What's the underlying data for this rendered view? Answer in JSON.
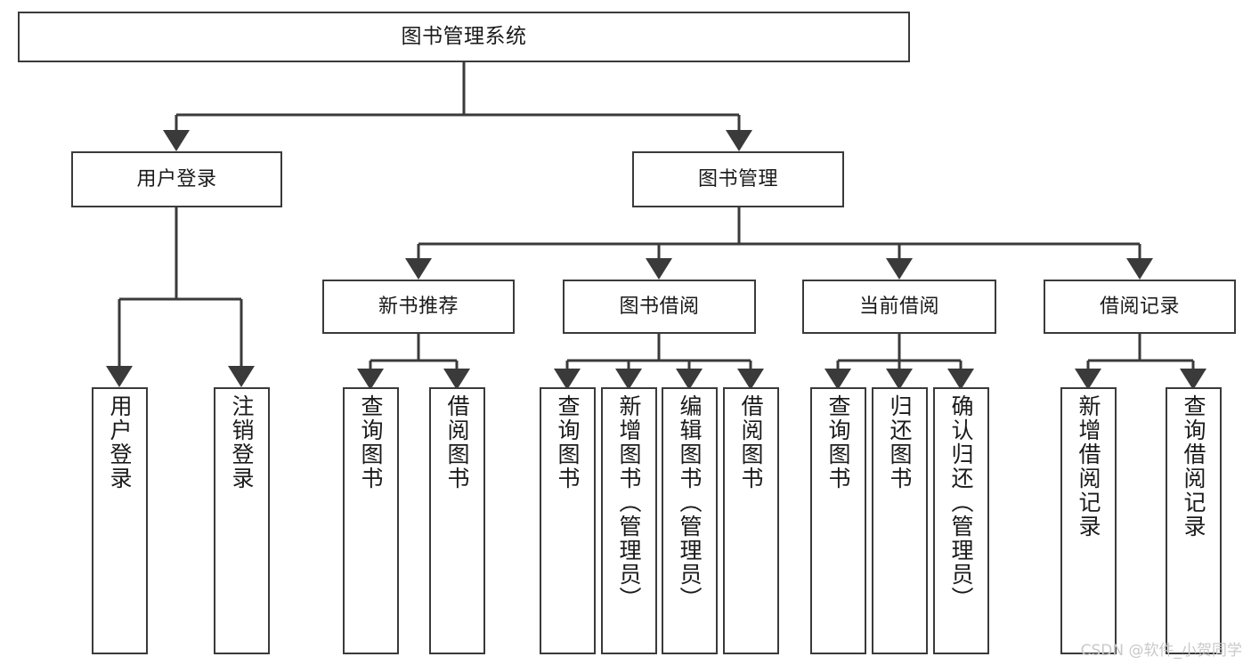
{
  "diagram": {
    "title": "图书管理系统",
    "watermark": "CSDN @软件_小贺同学",
    "colors": {
      "stroke": "#3a3a3a",
      "background": "#ffffff",
      "text": "#1a1a1a",
      "watermark": "#c9c9c9"
    },
    "nodes": {
      "root": "图书管理系统",
      "level2": [
        "用户登录",
        "图书管理"
      ],
      "level3": [
        "新书推荐",
        "图书借阅",
        "当前借阅",
        "借阅记录"
      ],
      "leaves": {
        "user_login": [
          "用户登录",
          "注销登录"
        ],
        "new_book_recommend": [
          "查询图书",
          "借阅图书"
        ],
        "book_borrow": [
          "查询图书",
          "新增图书（管理员）",
          "编辑图书（管理员）",
          "借阅图书"
        ],
        "current_borrow": [
          "查询图书",
          "归还图书",
          "确认归还（管理员）"
        ],
        "borrow_record": [
          "新增借阅记录",
          "查询借阅记录"
        ]
      }
    }
  }
}
